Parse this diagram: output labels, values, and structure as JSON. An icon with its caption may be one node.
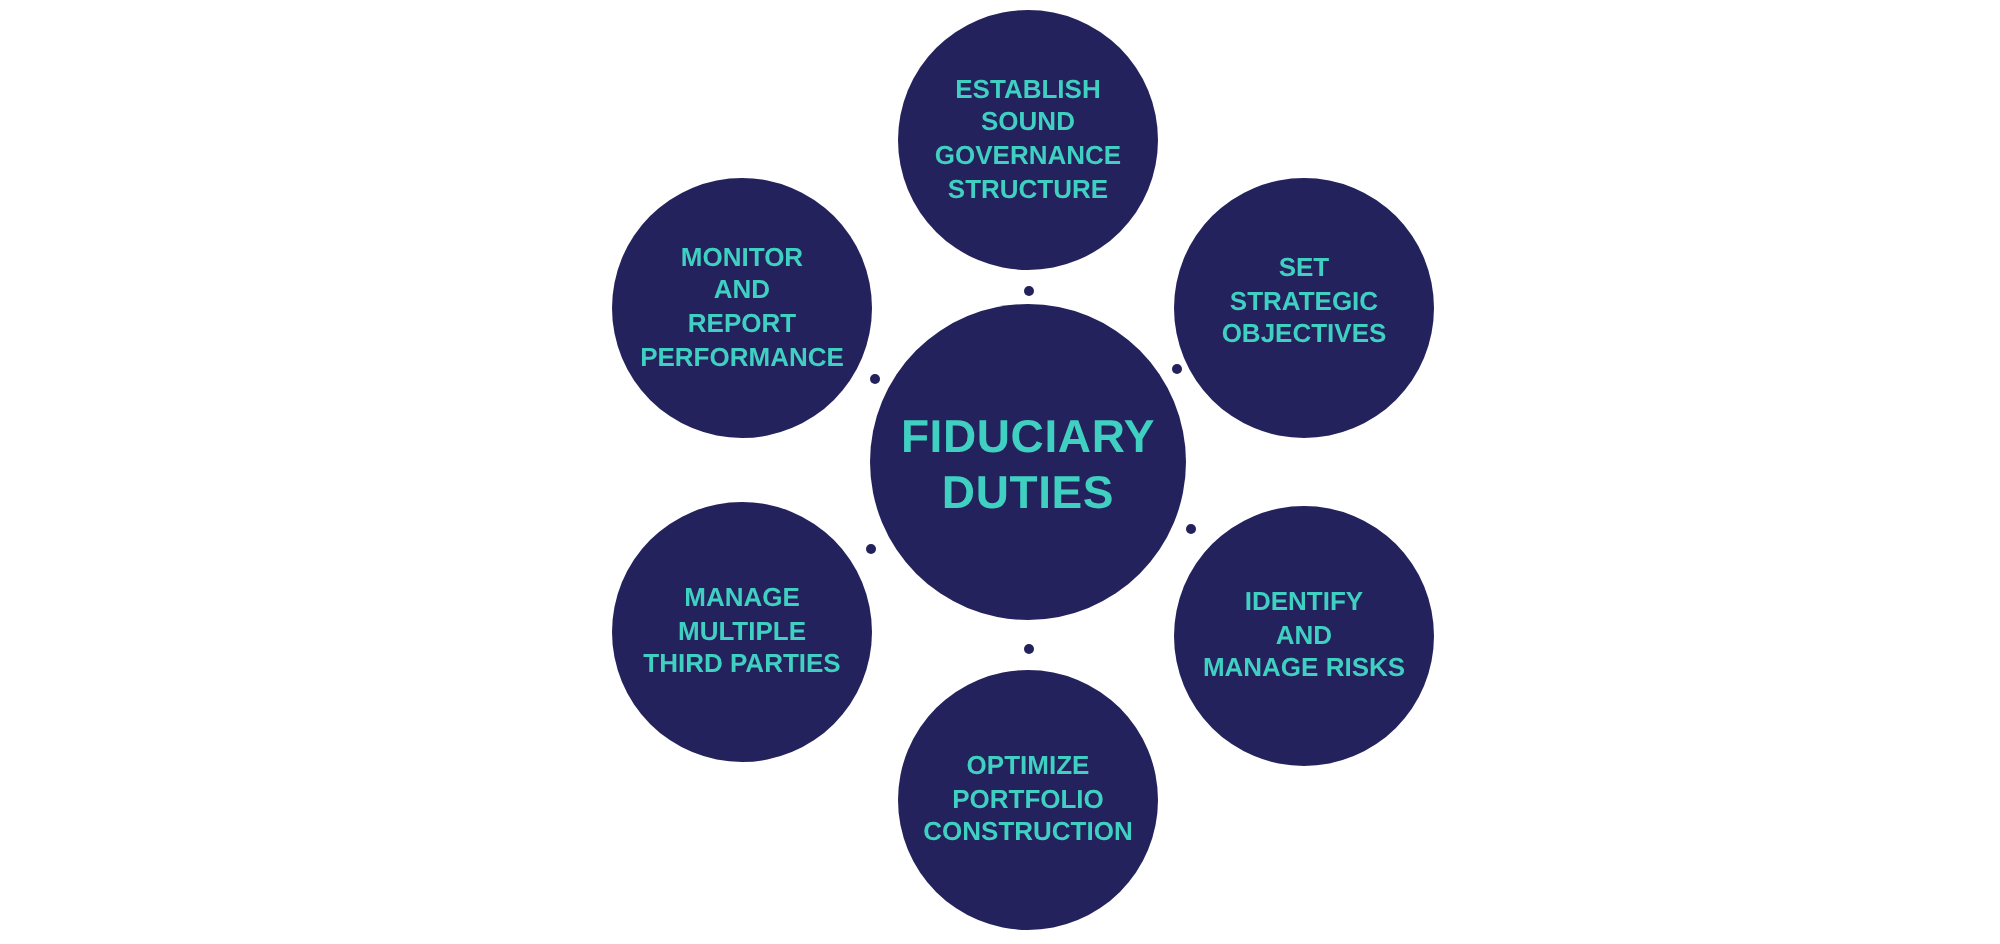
{
  "diagram": {
    "nodes": [
      {
        "text": [
          "FIDUCIARY DUTIES"
        ]
      },
      {
        "text": [
          "ESTABLISH SOUND GOVERNANCE STRUCTURE"
        ]
      },
      {
        "text": [
          "SET STRATEGIC OBJECTIVES"
        ]
      },
      {
        "text": [
          "IDENTIFY AND MANAGE RISKS"
        ]
      },
      {
        "text": [
          "OPTIMIZE PORTFOLIO CONSTRUCTION"
        ]
      },
      {
        "text": [
          "MANAGE MULTIPLE THIRD PARTIES"
        ]
      },
      {
        "text": [
          "MONITOR AND REPORT PERFORMANCE"
        ]
      }
    ]
  }
}
